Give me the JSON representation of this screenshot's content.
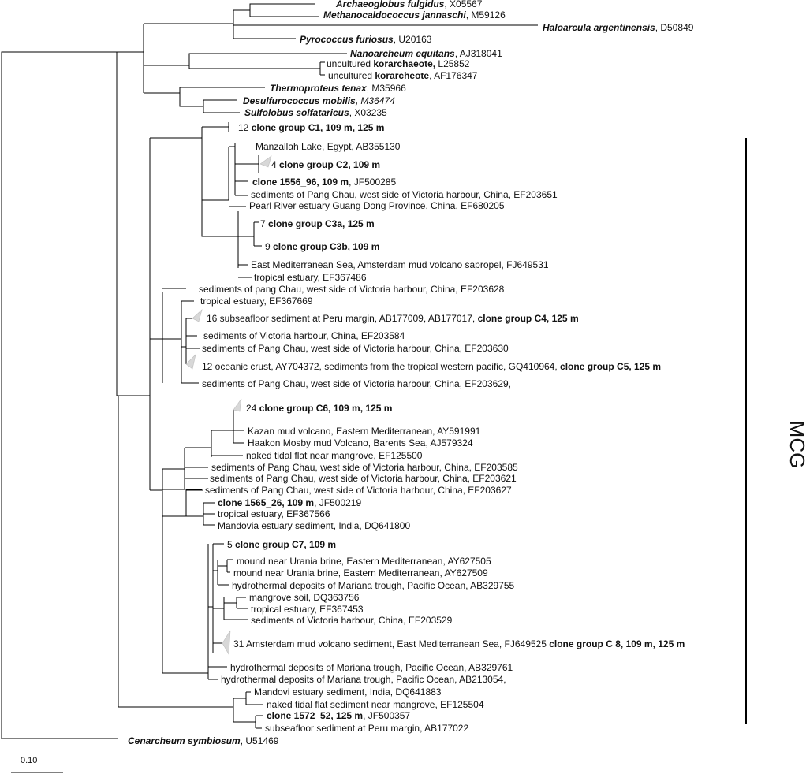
{
  "tree": {
    "scale_bar": {
      "label": "0.10"
    },
    "group_label": "MCG",
    "taxa": [
      {
        "id": "archaeoglobus",
        "parts": [
          [
            "Archaeoglobus fulgidus",
            "bi"
          ],
          [
            ", X05567",
            ""
          ]
        ]
      },
      {
        "id": "methanocaldococcus",
        "parts": [
          [
            "Methanocaldococcus jannaschi",
            "bi"
          ],
          [
            ", M59126",
            ""
          ]
        ]
      },
      {
        "id": "haloarcula",
        "parts": [
          [
            "Haloarcula argentinensis",
            "bi"
          ],
          [
            ", D50849",
            ""
          ]
        ]
      },
      {
        "id": "pyrococcus",
        "parts": [
          [
            "Pyrococcus furiosus",
            "bi"
          ],
          [
            ", U20163",
            ""
          ]
        ]
      },
      {
        "id": "nanoarcheum",
        "parts": [
          [
            "Nanoarcheum equitans",
            "bi"
          ],
          [
            ", AJ318041",
            ""
          ]
        ]
      },
      {
        "id": "korarchaeote-l25852",
        "parts": [
          [
            "uncultured ",
            ""
          ],
          [
            "korarchaeote,",
            "b"
          ],
          [
            " L25852",
            ""
          ]
        ]
      },
      {
        "id": "korarcheote-af176347",
        "parts": [
          [
            "uncultured ",
            ""
          ],
          [
            "korarcheote",
            "b"
          ],
          [
            ", AF176347",
            ""
          ]
        ]
      },
      {
        "id": "thermoproteus",
        "parts": [
          [
            "Thermoproteus tenax",
            "bi"
          ],
          [
            ", M35966",
            ""
          ]
        ]
      },
      {
        "id": "desulfurococcus",
        "parts": [
          [
            "Desulfurococcus mobilis,",
            "bi"
          ],
          [
            " M36474",
            "i"
          ]
        ]
      },
      {
        "id": "sulfolobus",
        "parts": [
          [
            "Sulfolobus solfataricus",
            "bi"
          ],
          [
            ", X03235",
            ""
          ]
        ]
      },
      {
        "id": "clone-group-c1",
        "parts": [
          [
            "12 ",
            ""
          ],
          [
            "clone group C1, 109 m, 125 m",
            "b"
          ]
        ]
      },
      {
        "id": "manzallah-lake",
        "parts": [
          [
            "Manzallah Lake, Egypt, AB355130",
            ""
          ]
        ]
      },
      {
        "id": "clone-group-c2",
        "parts": [
          [
            "4 ",
            ""
          ],
          [
            "clone group C2, 109 m",
            "b"
          ]
        ]
      },
      {
        "id": "clone-1556-96",
        "parts": [
          [
            "clone 1556_96, 109 m",
            "b"
          ],
          [
            ", JF500285",
            ""
          ]
        ]
      },
      {
        "id": "pang-chau-ef203651",
        "parts": [
          [
            "sediments of Pang Chau, west side of Victoria harbour, China, EF203651",
            ""
          ]
        ]
      },
      {
        "id": "pearl-river",
        "parts": [
          [
            "Pearl River estuary Guang Dong Province, China, EF680205",
            ""
          ]
        ]
      },
      {
        "id": "clone-group-c3a",
        "parts": [
          [
            "7 ",
            ""
          ],
          [
            "clone group C3a, 125 m",
            "b"
          ]
        ]
      },
      {
        "id": "clone-group-c3b",
        "parts": [
          [
            "9 ",
            ""
          ],
          [
            "clone group C3b, 109 m",
            "b"
          ]
        ]
      },
      {
        "id": "east-med-fj649531",
        "parts": [
          [
            "East Mediterranean Sea, Amsterdam mud volcano sapropel, FJ649531",
            ""
          ]
        ]
      },
      {
        "id": "tropical-estuary-ef367486",
        "parts": [
          [
            "tropical estuary, EF367486",
            ""
          ]
        ]
      },
      {
        "id": "pang-chau-ef203628",
        "parts": [
          [
            "sediments of pang Chau, west side of Victoria harbour, China, EF203628",
            ""
          ]
        ]
      },
      {
        "id": "tropical-estuary-ef367669",
        "parts": [
          [
            "tropical estuary, EF367669",
            ""
          ]
        ]
      },
      {
        "id": "clone-group-c4",
        "parts": [
          [
            "16 subseafloor sediment at Peru margin, AB177009,  AB177017,  ",
            ""
          ],
          [
            "clone group C4, 125 m",
            "b"
          ]
        ]
      },
      {
        "id": "victoria-ef203584",
        "parts": [
          [
            "sediments of Victoria harbour, China, EF203584",
            ""
          ]
        ]
      },
      {
        "id": "pang-chau-ef203630",
        "parts": [
          [
            "sediments of Pang Chau, west side of Victoria harbour, China, EF203630",
            ""
          ]
        ]
      },
      {
        "id": "clone-group-c5",
        "parts": [
          [
            "12    oceanic crust, AY704372, sediments from the tropical western pacific, GQ410964, ",
            ""
          ],
          [
            "clone group C5, 125 m",
            "b"
          ]
        ]
      },
      {
        "id": "pang-chau-ef203629",
        "parts": [
          [
            "sediments of Pang Chau, west side of Victoria harbour, China, EF203629,",
            ""
          ]
        ]
      },
      {
        "id": "clone-group-c6",
        "parts": [
          [
            "24 ",
            ""
          ],
          [
            "clone group C6, 109 m, 125 m",
            "b"
          ]
        ]
      },
      {
        "id": "kazan-mud-volcano",
        "parts": [
          [
            "Kazan  mud volcano, Eastern Mediterranean, AY591991",
            ""
          ]
        ]
      },
      {
        "id": "haakon-mosby",
        "parts": [
          [
            "Haakon Mosby mud Volcano, Barents Sea, AJ579324",
            ""
          ]
        ]
      },
      {
        "id": "naked-tidal-ef125500",
        "parts": [
          [
            "naked tidal flat near mangrove, EF125500",
            ""
          ]
        ]
      },
      {
        "id": "pang-chau-ef203585",
        "parts": [
          [
            "sediments of Pang Chau, west side of Victoria harbour, China, EF203585",
            ""
          ]
        ]
      },
      {
        "id": "pang-chau-ef203621",
        "parts": [
          [
            "sediments of Pang Chau, west side of Victoria harbour, China, EF203621",
            ""
          ]
        ]
      },
      {
        "id": "pang-chau-ef203627",
        "parts": [
          [
            "sediments of Pang Chau, west side of Victoria harbour, China, EF203627",
            ""
          ]
        ]
      },
      {
        "id": "clone-1565-26",
        "parts": [
          [
            "clone 1565_26, 109 m",
            "b"
          ],
          [
            ", JF500219",
            ""
          ]
        ]
      },
      {
        "id": "tropical-estuary-ef367566",
        "parts": [
          [
            "tropical estuary, EF367566",
            ""
          ]
        ]
      },
      {
        "id": "mandovia-dq641800",
        "parts": [
          [
            "Mandovia estuary sediment, India, DQ641800",
            ""
          ]
        ]
      },
      {
        "id": "clone-group-c7",
        "parts": [
          [
            "5 ",
            ""
          ],
          [
            "clone group C7, 109 m",
            "b"
          ]
        ]
      },
      {
        "id": "urania-ay627505",
        "parts": [
          [
            "mound near Urania brine, Eastern Mediterranean, AY627505",
            ""
          ]
        ]
      },
      {
        "id": "urania-ay627509",
        "parts": [
          [
            "mound near Urania brine, Eastern Mediterranean, AY627509",
            ""
          ]
        ]
      },
      {
        "id": "mariana-ab329755",
        "parts": [
          [
            "hydrothermal deposits of Mariana trough, Pacific Ocean, AB329755",
            ""
          ]
        ]
      },
      {
        "id": "mangrove-soil",
        "parts": [
          [
            "mangrove soil, DQ363756",
            ""
          ]
        ]
      },
      {
        "id": "tropical-estuary-ef367453",
        "parts": [
          [
            "tropical estuary, EF367453",
            ""
          ]
        ]
      },
      {
        "id": "victoria-ef203529",
        "parts": [
          [
            "sediments of Victoria harbour, China, EF203529",
            ""
          ]
        ]
      },
      {
        "id": "clone-group-c8",
        "parts": [
          [
            "31  Amsterdam mud volcano sediment, East Mediterranean Sea, FJ649525  ",
            ""
          ],
          [
            "clone group C 8, 109 m, 125 m",
            "b"
          ]
        ]
      },
      {
        "id": "mariana-ab329761",
        "parts": [
          [
            "hydrothermal deposits of Mariana trough, Pacific Ocean, AB329761",
            ""
          ]
        ]
      },
      {
        "id": "mariana-ab213054",
        "parts": [
          [
            "hydrothermal deposits of Mariana trough, Pacific Ocean, AB213054,",
            ""
          ]
        ]
      },
      {
        "id": "mandovi-dq641883",
        "parts": [
          [
            "Mandovi estuary sediment, India, DQ641883",
            ""
          ]
        ]
      },
      {
        "id": "naked-tidal-ef125504",
        "parts": [
          [
            "naked tidal flat sediment near mangrove, EF125504",
            ""
          ]
        ]
      },
      {
        "id": "clone-1572-52",
        "parts": [
          [
            "clone 1572_52, 125 m",
            "b"
          ],
          [
            ", JF500357",
            ""
          ]
        ]
      },
      {
        "id": "peru-ab177022",
        "parts": [
          [
            "subseafloor sediment at Peru margin, AB177022",
            ""
          ]
        ]
      },
      {
        "id": "cenarcheum",
        "parts": [
          [
            "Cenarcheum symbiosum",
            "bi"
          ],
          [
            ", U51469",
            ""
          ]
        ]
      }
    ]
  }
}
